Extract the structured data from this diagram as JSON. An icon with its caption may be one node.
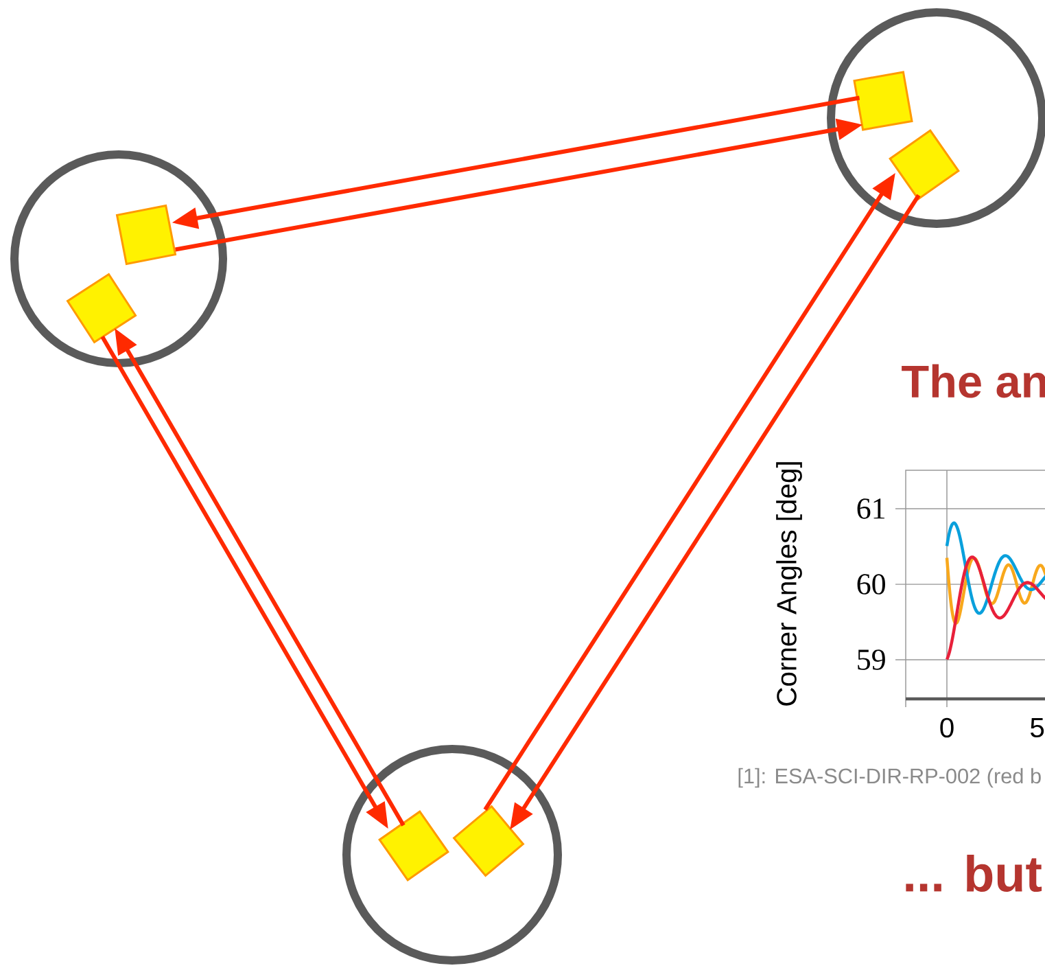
{
  "diagram": {
    "nodes": [
      {
        "text": [],
        "shape": "circle"
      },
      {
        "text": [],
        "shape": "box",
        "in": 0
      },
      {
        "text": [],
        "shape": "diamond",
        "in": 0
      },
      {
        "text": [],
        "shape": "circle"
      },
      {
        "text": [],
        "shape": "box",
        "in": 3
      },
      {
        "text": [],
        "shape": "diamond",
        "in": 3
      },
      {
        "text": [],
        "shape": "circle"
      },
      {
        "text": [],
        "shape": "diamond",
        "in": 6
      },
      {
        "text": [],
        "shape": "diamond",
        "in": 6
      }
    ],
    "edges": [
      {
        "from": 4,
        "to": 1,
        "arrow": "to"
      },
      {
        "from": 1,
        "to": 4,
        "arrow": "to"
      },
      {
        "from": 7,
        "to": 2,
        "arrow": "to"
      },
      {
        "from": 2,
        "to": 7,
        "arrow": "to"
      },
      {
        "from": 8,
        "to": 5,
        "arrow": "to"
      },
      {
        "from": 5,
        "to": 8,
        "arrow": "to"
      }
    ],
    "labels": [
      "The an",
      "Corner Angles [deg]",
      "61",
      "60",
      "59",
      "0",
      "5",
      "[1]: ESA-SCI-DIR-RP-002 (red b",
      "... but"
    ]
  }
}
